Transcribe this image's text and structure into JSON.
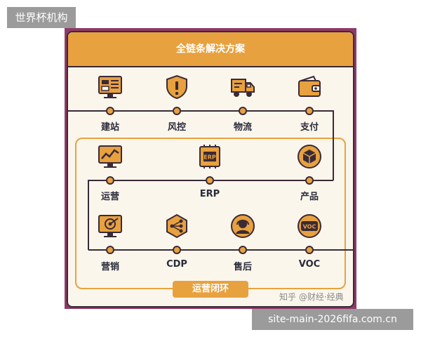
{
  "watermark_top": "世界杯机构",
  "watermark_bottom": "site-main-2026fifa.com.cn",
  "title": "全链条解决方案",
  "loop_label": "运营闭环",
  "credit": "知乎 @财经·经典",
  "nodes": [
    {
      "label": "建站",
      "icon": "website-monitor-icon"
    },
    {
      "label": "风控",
      "icon": "shield-alert-icon"
    },
    {
      "label": "物流",
      "icon": "delivery-truck-icon"
    },
    {
      "label": "支付",
      "icon": "wallet-icon"
    },
    {
      "label": "运营",
      "icon": "analytics-monitor-icon"
    },
    {
      "label": "ERP",
      "icon": "erp-chip-icon"
    },
    {
      "label": "产品",
      "icon": "product-box-icon"
    },
    {
      "label": "营销",
      "icon": "target-monitor-icon"
    },
    {
      "label": "CDP",
      "icon": "data-hexagon-icon"
    },
    {
      "label": "售后",
      "icon": "customer-service-icon"
    },
    {
      "label": "VOC",
      "icon": "voc-chat-icon"
    }
  ],
  "colors": {
    "accent": "#e8a13f",
    "outline": "#3a2a36",
    "frame": "#8e3a68",
    "card": "#fbf6ec"
  }
}
